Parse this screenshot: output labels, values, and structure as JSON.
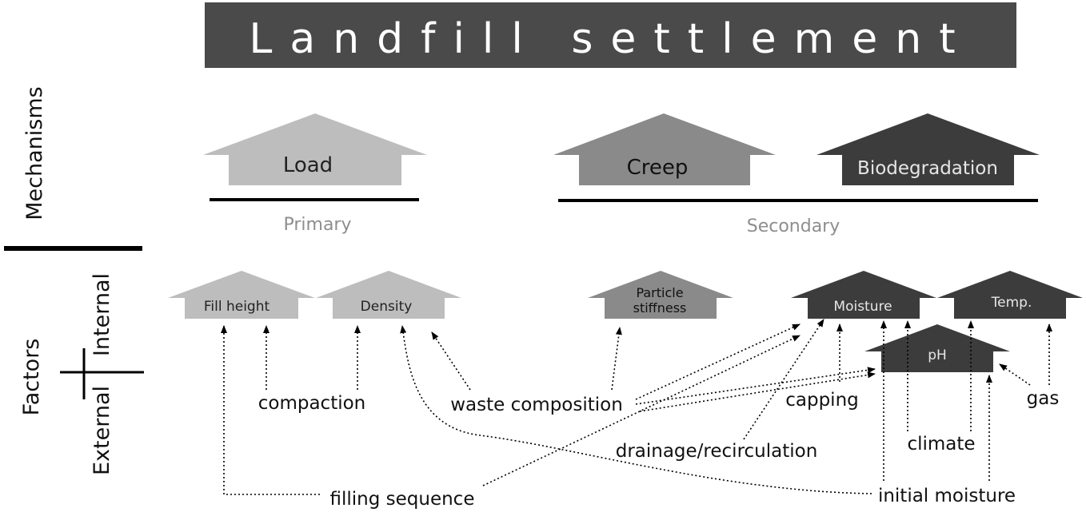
{
  "title": "Landfill settlement",
  "colors": {
    "title_bg": "#4a4a4a",
    "primary": "#bdbdbd",
    "creep": "#8a8a8a",
    "dark": "#3c3c3c",
    "secondary_text": "#8e8e8e",
    "line": "#000000"
  },
  "side_labels": {
    "mechanisms": "Mechanisms",
    "factors": "Factors",
    "internal": "Internal",
    "external": "External"
  },
  "mechanisms": {
    "load": "Load",
    "creep": "Creep",
    "biodegradation": "Biodegradation",
    "primary": "Primary",
    "secondary": "Secondary"
  },
  "internal_factors": {
    "fill_height": "Fill height",
    "density": "Density",
    "particle_stiffness_1": "Particle",
    "particle_stiffness_2": "stiffness",
    "moisture": "Moisture",
    "temp": "Temp.",
    "ph": "pH"
  },
  "external_factors": {
    "compaction": "compaction",
    "waste_composition": "waste composition",
    "capping": "capping",
    "gas": "gas",
    "climate": "climate",
    "drainage": "drainage/recirculation",
    "filling_sequence": "filling sequence",
    "initial_moisture": "initial moisture"
  }
}
